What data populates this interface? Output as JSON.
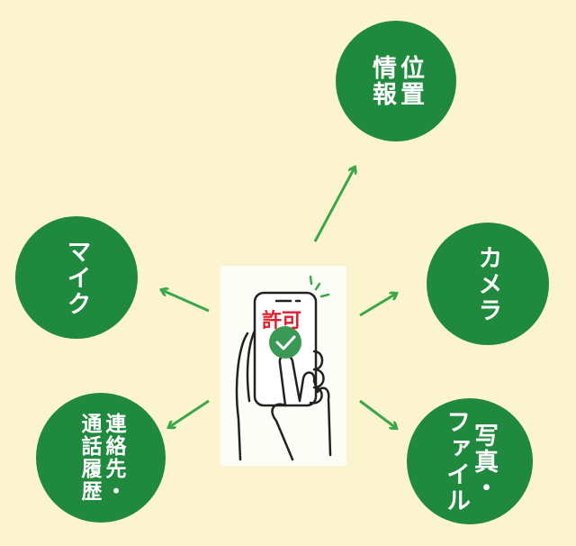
{
  "center": {
    "permit_label": "許可",
    "icon": "phone-with-check-icon"
  },
  "permissions": [
    {
      "id": "location",
      "lines": [
        "位置",
        "情報"
      ]
    },
    {
      "id": "camera",
      "lines": [
        "カメラ"
      ]
    },
    {
      "id": "photos-files",
      "lines": [
        "写真・",
        "ファイル"
      ]
    },
    {
      "id": "contacts-call-history",
      "lines": [
        "連絡先・",
        "通話履歴"
      ]
    },
    {
      "id": "microphone",
      "lines": [
        "マイク"
      ]
    }
  ],
  "colors": {
    "background": "#fcf3cf",
    "circle": "#1f8a3d",
    "arrow": "#3aa84a",
    "permit": "#e01e2c"
  }
}
